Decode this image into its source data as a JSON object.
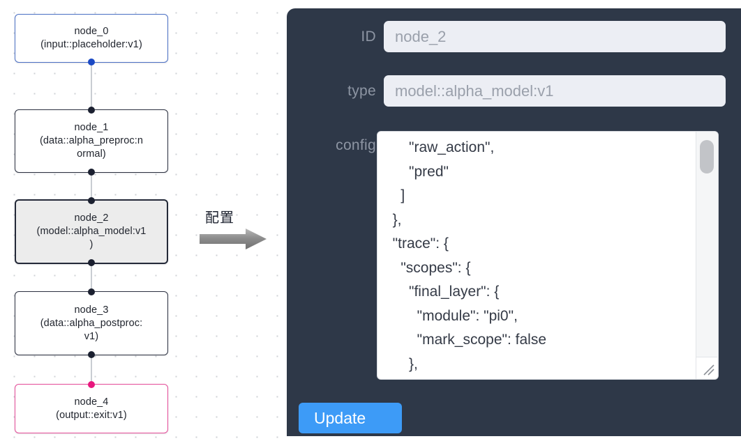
{
  "canvas": {
    "nodes": [
      {
        "id": "node_0",
        "label": "node_0\n(input::placeholder:v1)",
        "style": "blue",
        "selected": false
      },
      {
        "id": "node_1",
        "label": "node_1\n(data::alpha_preproc:n\normal)",
        "style": "dark",
        "selected": false
      },
      {
        "id": "node_2",
        "label": "node_2\n(model::alpha_model:v1\n)",
        "style": "dark",
        "selected": true
      },
      {
        "id": "node_3",
        "label": "node_3\n(data::alpha_postproc:\nv1)",
        "style": "dark",
        "selected": false
      },
      {
        "id": "node_4",
        "label": "node_4\n(output::exit:v1)",
        "style": "pink",
        "selected": false
      }
    ],
    "edges": [
      {
        "from": "node_0",
        "to": "node_1"
      },
      {
        "from": "node_1",
        "to": "node_2"
      },
      {
        "from": "node_2",
        "to": "node_3"
      },
      {
        "from": "node_3",
        "to": "node_4"
      }
    ],
    "colors": {
      "node_border_default": "#2b3040",
      "node_border_input": "#4a6fc4",
      "node_border_output": "#e44b98",
      "node_selected_fill": "#ececec",
      "edge": "#c9cdd2",
      "grid_dot": "#cfd2d6"
    }
  },
  "annotation": {
    "label": "配置",
    "arrow_color": "#8a8a8a"
  },
  "panel": {
    "background": "#2e3848",
    "fields": {
      "id": {
        "label": "ID",
        "value": "node_2",
        "placeholder": "node_2"
      },
      "type": {
        "label": "type",
        "value": "model::alpha_model:v1",
        "placeholder": "model::alpha_model:v1"
      },
      "config": {
        "label": "config",
        "value": "      \"raw_action\",\n      \"pred\"\n    ]\n  },\n  \"trace\": {\n    \"scopes\": {\n      \"final_layer\": {\n        \"module\": \"pi0\",\n        \"mark_scope\": false\n      },\n      \"action_model\": {",
        "scroll_position": "partial"
      }
    },
    "update_button": {
      "label": "Update",
      "color": "#3d9bf7"
    }
  }
}
